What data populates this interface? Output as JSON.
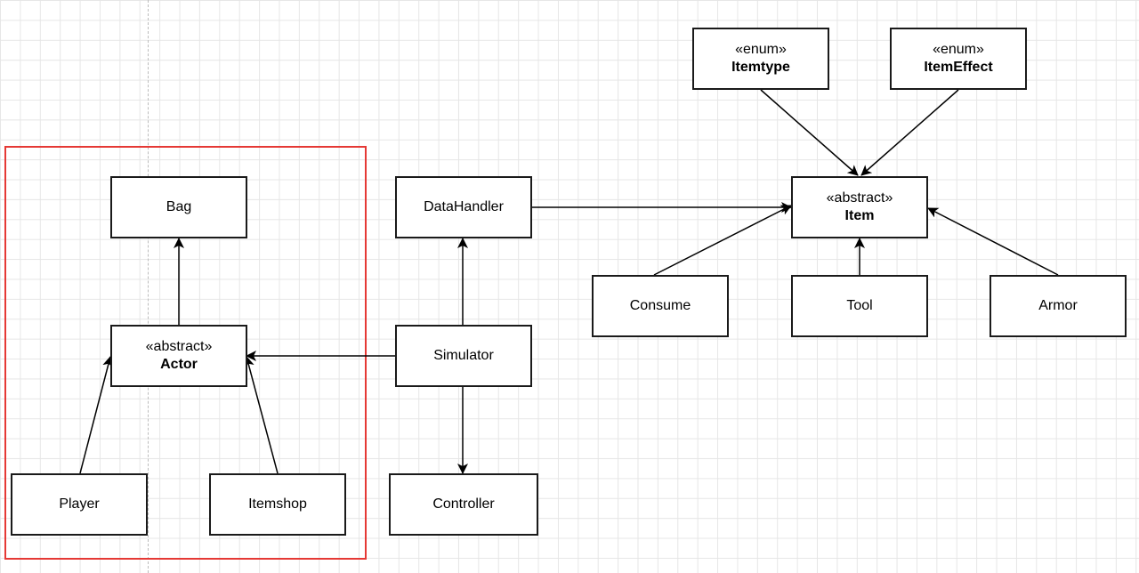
{
  "diagram": {
    "nodes": {
      "itemtype": {
        "stereotype": "«enum»",
        "name": "Itemtype"
      },
      "itemeffect": {
        "stereotype": "«enum»",
        "name": "ItemEffect"
      },
      "item": {
        "stereotype": "«abstract»",
        "name": "Item"
      },
      "bag": {
        "name": "Bag"
      },
      "datahandler": {
        "name": "DataHandler"
      },
      "consume": {
        "name": "Consume"
      },
      "tool": {
        "name": "Tool"
      },
      "armor": {
        "name": "Armor"
      },
      "actor": {
        "stereotype": "«abstract»",
        "name": "Actor"
      },
      "simulator": {
        "name": "Simulator"
      },
      "player": {
        "name": "Player"
      },
      "itemshop": {
        "name": "Itemshop"
      },
      "controller": {
        "name": "Controller"
      }
    },
    "edges": [
      {
        "from": "itemtype",
        "to": "item"
      },
      {
        "from": "itemeffect",
        "to": "item"
      },
      {
        "from": "datahandler",
        "to": "item"
      },
      {
        "from": "consume",
        "to": "item"
      },
      {
        "from": "tool",
        "to": "item"
      },
      {
        "from": "armor",
        "to": "item"
      },
      {
        "from": "actor",
        "to": "bag"
      },
      {
        "from": "simulator",
        "to": "datahandler"
      },
      {
        "from": "simulator",
        "to": "actor"
      },
      {
        "from": "simulator",
        "to": "controller"
      },
      {
        "from": "player",
        "to": "actor"
      },
      {
        "from": "itemshop",
        "to": "actor"
      }
    ]
  }
}
